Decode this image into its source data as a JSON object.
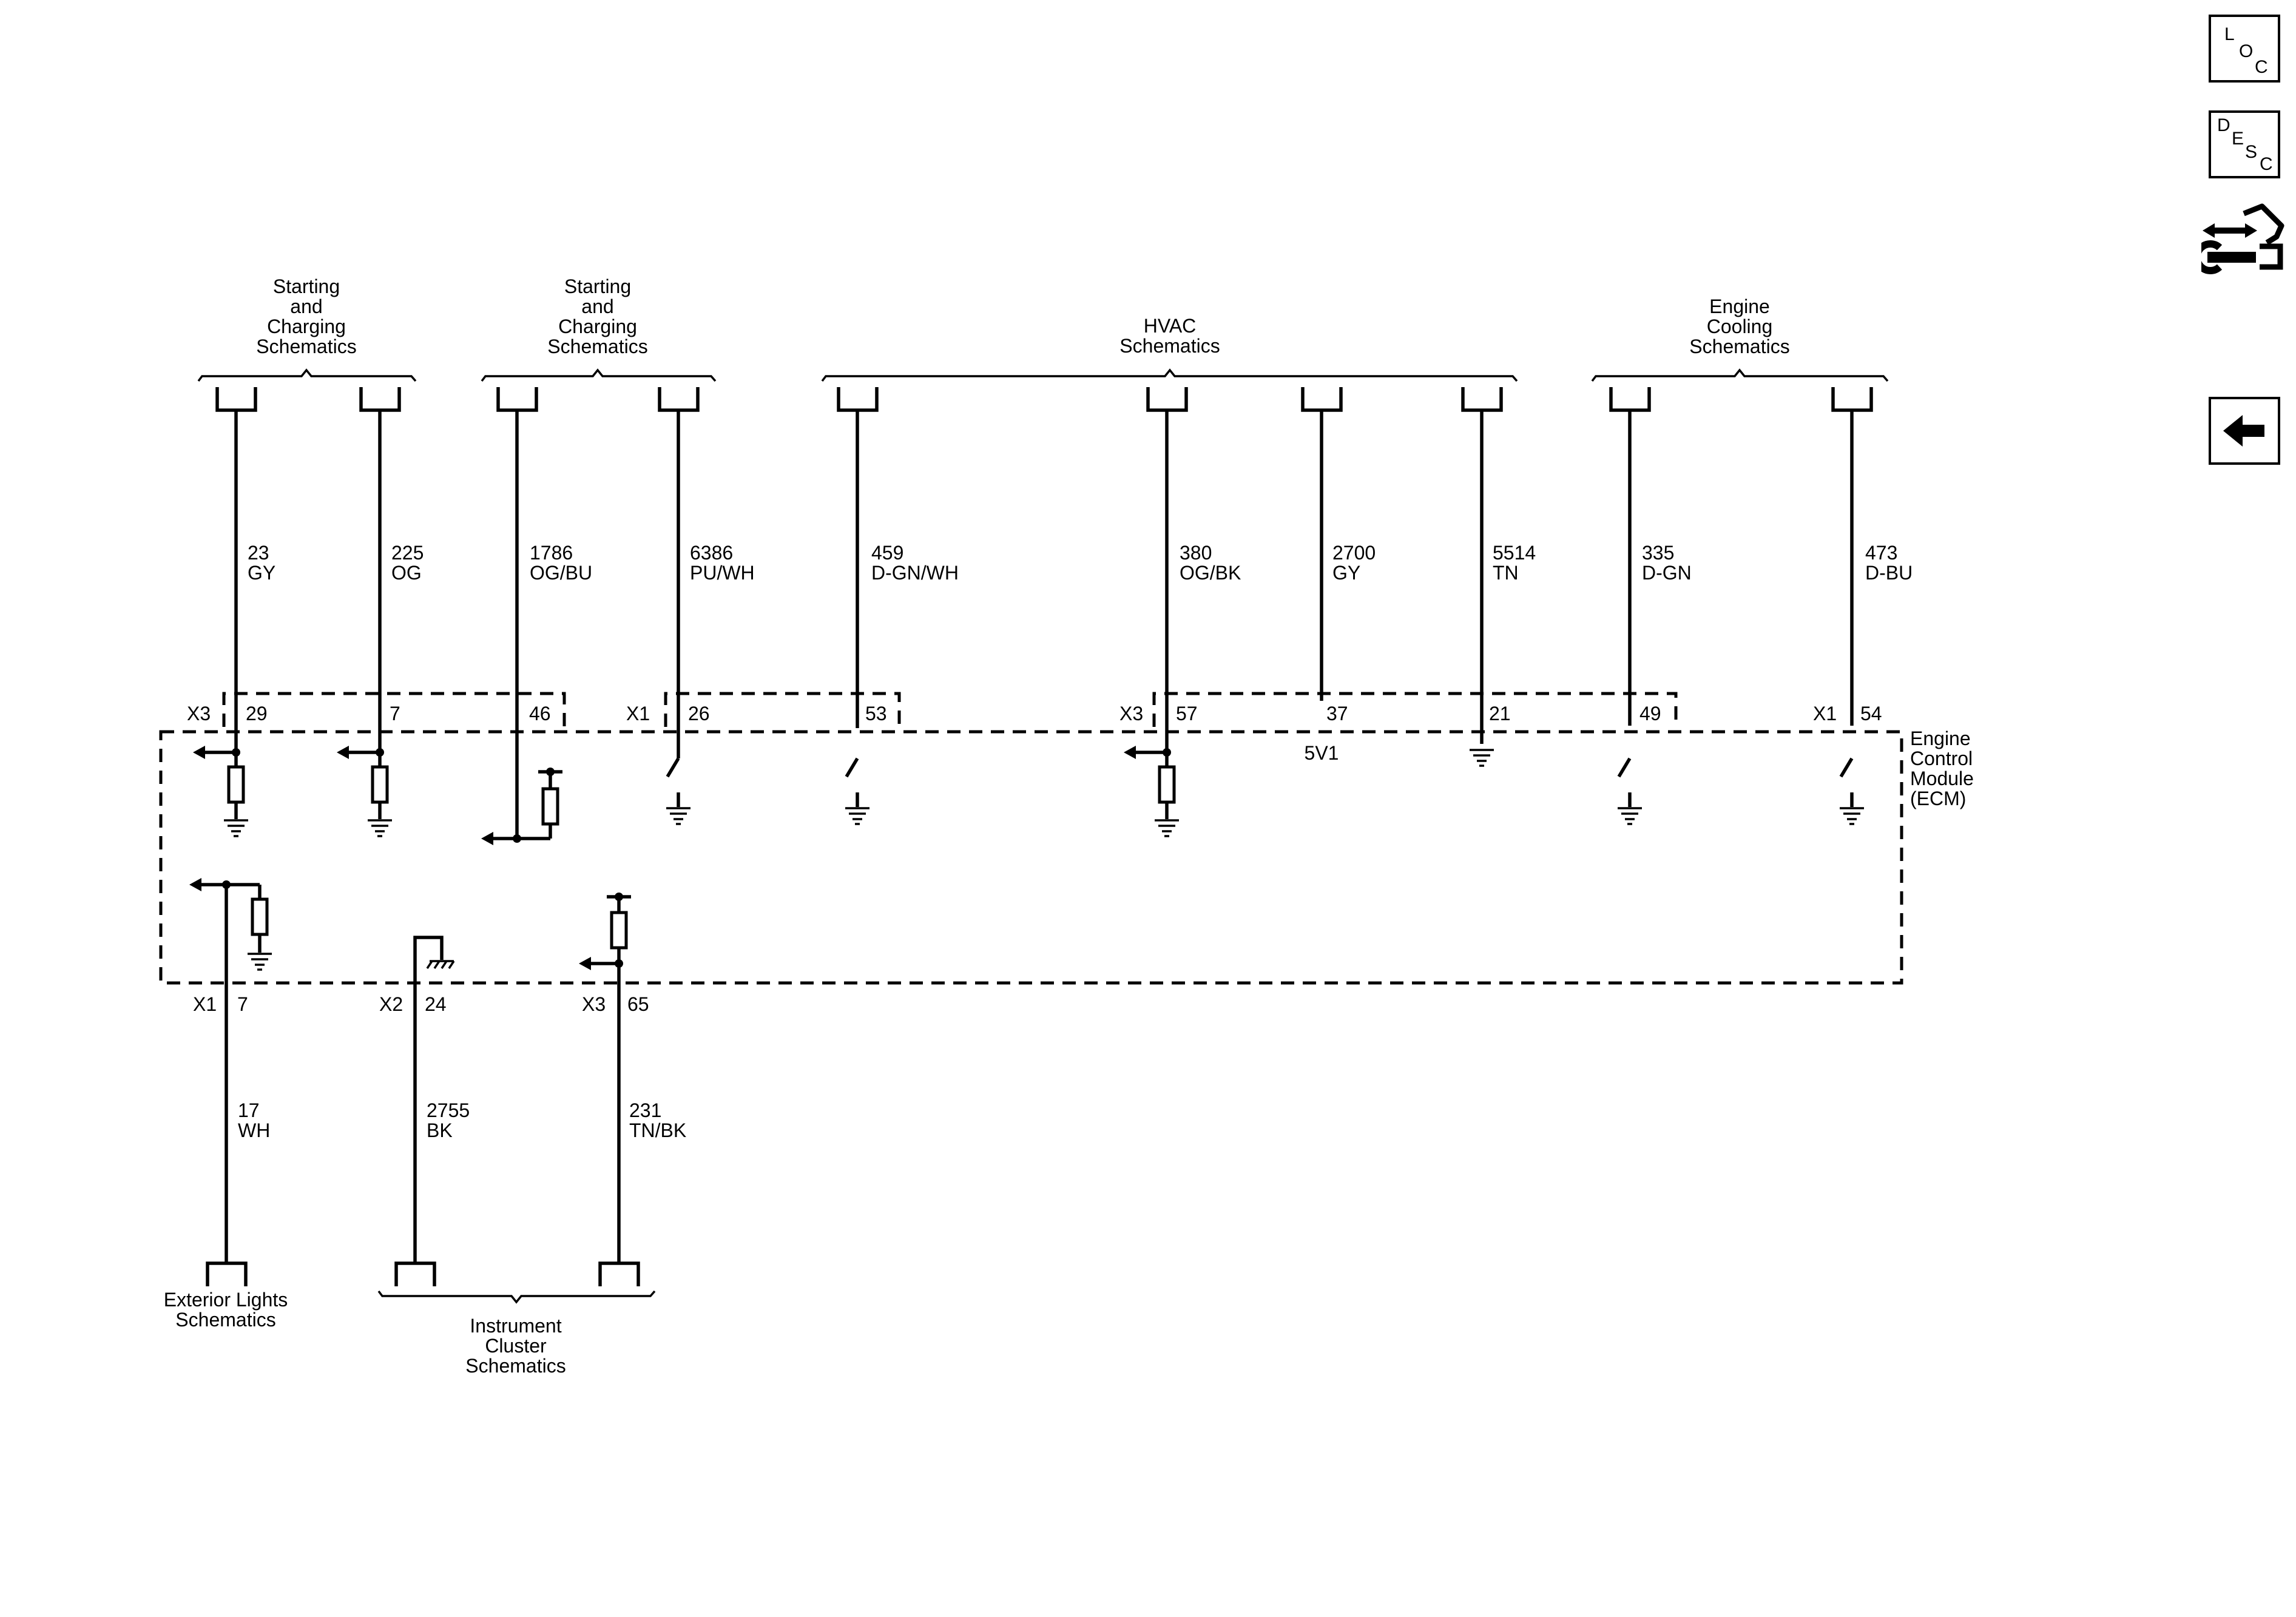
{
  "diagram": {
    "top_groups": [
      {
        "label": [
          "Starting",
          "and",
          "Charging",
          "Schematics"
        ]
      },
      {
        "label": [
          "Starting",
          "and",
          "Charging",
          "Schematics"
        ]
      },
      {
        "label": [
          "HVAC",
          "Schematics"
        ]
      },
      {
        "label": [
          "Engine",
          "Cooling",
          "Schematics"
        ]
      }
    ],
    "top_wires": [
      {
        "circuit": "23",
        "color": "GY",
        "connector": "X3",
        "pin": "29"
      },
      {
        "circuit": "225",
        "color": "OG",
        "connector": "",
        "pin": "7"
      },
      {
        "circuit": "1786",
        "color": "OG/BU",
        "connector": "",
        "pin": "46"
      },
      {
        "circuit": "6386",
        "color": "PU/WH",
        "connector": "X1",
        "pin": "26"
      },
      {
        "circuit": "459",
        "color": "D-GN/WH",
        "connector": "",
        "pin": "53"
      },
      {
        "circuit": "380",
        "color": "OG/BK",
        "connector": "X3",
        "pin": "57"
      },
      {
        "circuit": "2700",
        "color": "GY",
        "connector": "",
        "pin": "37"
      },
      {
        "circuit": "5514",
        "color": "TN",
        "connector": "",
        "pin": "21"
      },
      {
        "circuit": "335",
        "color": "D-GN",
        "connector": "",
        "pin": "49"
      },
      {
        "circuit": "473",
        "color": "D-BU",
        "connector": "X1",
        "pin": "54"
      }
    ],
    "bottom_wires": [
      {
        "circuit": "17",
        "color": "WH",
        "connector": "X1",
        "pin": "7"
      },
      {
        "circuit": "2755",
        "color": "BK",
        "connector": "X2",
        "pin": "24"
      },
      {
        "circuit": "231",
        "color": "TN/BK",
        "connector": "X3",
        "pin": "65"
      }
    ],
    "reference_label": "5V1",
    "module_label": [
      "Engine",
      "Control",
      "Module",
      "(ECM)"
    ],
    "bottom_groups": [
      {
        "label": [
          "Exterior Lights",
          "Schematics"
        ]
      },
      {
        "label": [
          "Instrument",
          "Cluster",
          "Schematics"
        ]
      }
    ]
  },
  "nav": {
    "loc_letters": [
      "L",
      "O",
      "C"
    ],
    "desc_letters": [
      "D",
      "E",
      "S",
      "C"
    ]
  }
}
